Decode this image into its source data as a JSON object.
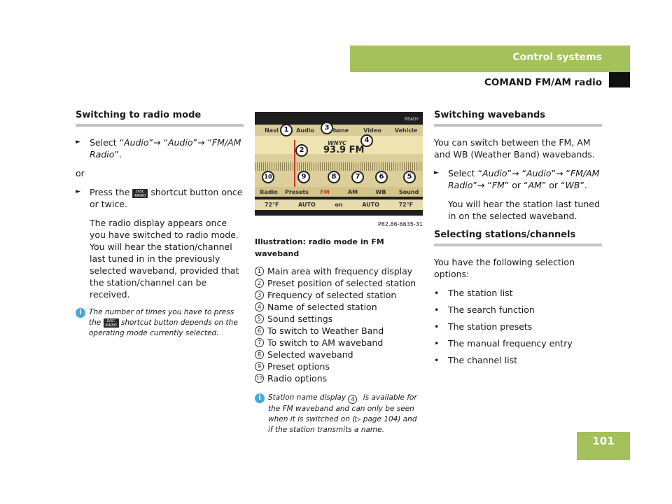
{
  "header": {
    "section": "Control systems",
    "subsection": "COMAND FM/AM radio",
    "page_number": "101"
  },
  "col1": {
    "heading": "Switching to radio mode",
    "step1": {
      "arrow": "►",
      "pre": "Select “",
      "i1": "Audio",
      "s1": "”→ “",
      "i2": "Audio",
      "s2": "”→ “",
      "i3": "FM/AM Radio",
      "post": "”."
    },
    "or": "or",
    "step2": {
      "arrow": "►",
      "pre": "Press the ",
      "post": " shortcut button once or twice.",
      "button": "DISC RADIO"
    },
    "para": "The radio display appears once you have switched to radio mode. You will hear the station/channel last tuned in in the previously selected waveband, provided that the station/channel can be received.",
    "note": {
      "icon": "i",
      "pre": "The number of times you have to press the ",
      "post": " shortcut button depends on the operating mode currently selected.",
      "button": "DISC RADIO"
    }
  },
  "col2": {
    "display": {
      "ready": "READY",
      "tabs": [
        "Navi",
        "Audio",
        "Phone",
        "Video",
        "Vehicle"
      ],
      "station": "WNYC",
      "frequency": "93.9 FM",
      "bottom": [
        "Radio",
        "Presets",
        "FM",
        "AM",
        "WB",
        "Sound"
      ],
      "climate": [
        "72°F",
        "AUTO",
        "on",
        "AUTO",
        "72°F"
      ],
      "callouts": [
        "1",
        "2",
        "3",
        "4",
        "5",
        "6",
        "7",
        "8",
        "9",
        "10"
      ]
    },
    "image_code": "P82.86-6635-31",
    "caption": "Illustration: radio mode in FM waveband",
    "legend": [
      {
        "n": "1",
        "text": "Main area with frequency display"
      },
      {
        "n": "2",
        "text": "Preset position of selected station"
      },
      {
        "n": "3",
        "text": "Frequency of selected station"
      },
      {
        "n": "4",
        "text": "Name of selected station"
      },
      {
        "n": "5",
        "text": "Sound settings"
      },
      {
        "n": "6",
        "text": "To switch to Weather Band"
      },
      {
        "n": "7",
        "text": "To switch to AM waveband"
      },
      {
        "n": "8",
        "text": "Selected waveband"
      },
      {
        "n": "9",
        "text": "Preset options"
      },
      {
        "n": "10",
        "text": "Radio options"
      }
    ],
    "note": {
      "icon": "i",
      "pre": "Station name display ",
      "ref": "4",
      "post": " is available for the FM waveband and can only be seen when it is switched on (▷ page 104) and if the station transmits a name."
    }
  },
  "col3": {
    "heading1": "Switching wavebands",
    "p1": "You can switch between the FM, AM and WB (Weather Band) wavebands.",
    "step": {
      "arrow": "►",
      "pre": "Select “",
      "i1": "Audio",
      "s1": "”→ “",
      "i2": "Audio",
      "s2": "”→ “",
      "i3": "FM/AM Radio",
      "s3": "”→ “",
      "i4": "FM",
      "s4": "” or “",
      "i5": "AM",
      "s5": "” or “",
      "i6": "WB",
      "post": "”."
    },
    "p2": "You will hear the station last tuned in on the selected waveband.",
    "heading2": "Selecting stations/channels",
    "p3": "You have the following selection options:",
    "bullets": [
      "The station list",
      "The search function",
      "The station presets",
      "The manual frequency entry",
      "The channel list"
    ]
  }
}
